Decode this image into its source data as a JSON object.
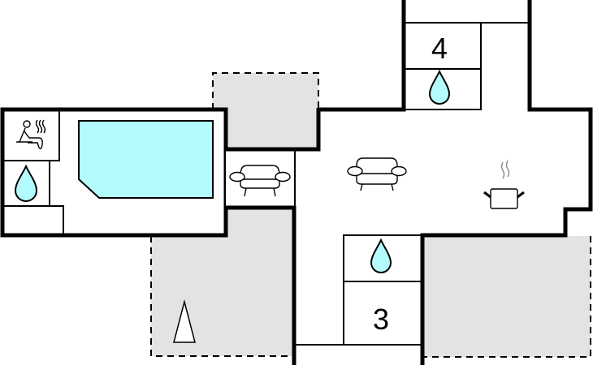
{
  "floor_plan": {
    "rooms": [
      {
        "id": "bedroom-4",
        "label": "4"
      },
      {
        "id": "bedroom-3",
        "label": "3"
      }
    ],
    "colors": {
      "water": "#b3fbfc",
      "terrace": "#e3e3e3",
      "wall": "#000000"
    },
    "icons": [
      "sauna-icon",
      "shower-icon",
      "pool",
      "armchair-icon",
      "sofa-icon",
      "cooking-pot-icon",
      "tent-marker-icon"
    ]
  }
}
